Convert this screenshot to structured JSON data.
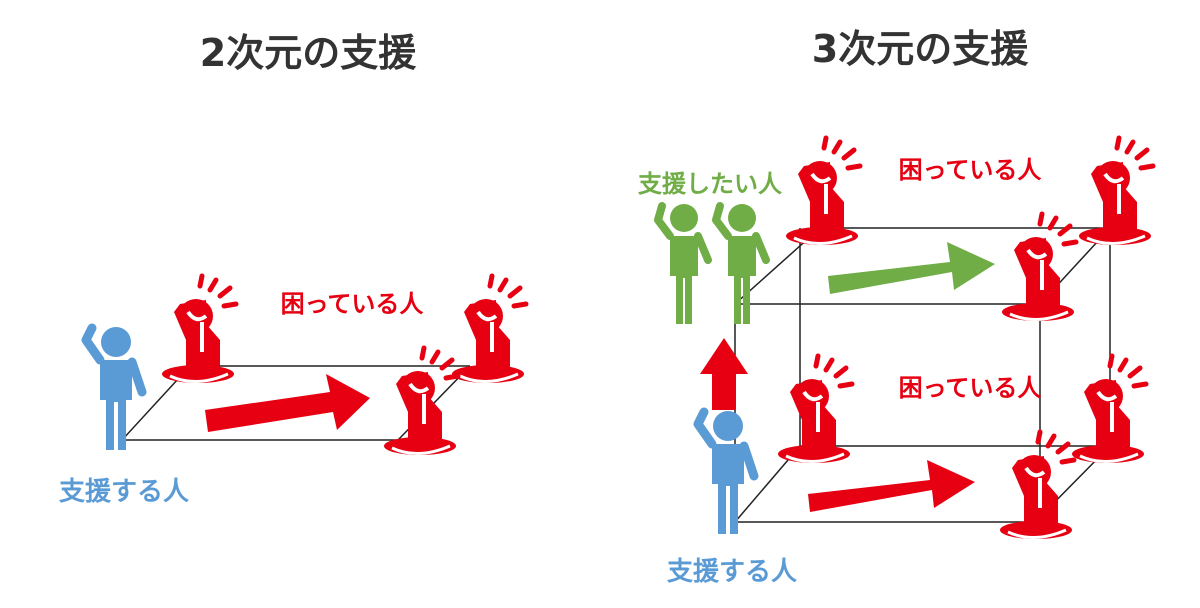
{
  "left_panel": {
    "title": "2次元の支援",
    "helper_label": "支援する人",
    "troubled_label": "困っている人"
  },
  "right_panel": {
    "title": "3次元の支援",
    "supporter_label": "支援したい人",
    "helper_label": "支援する人",
    "troubled_label_top": "困っている人",
    "troubled_label_bottom": "困っている人"
  },
  "colors": {
    "title": "#333333",
    "troubled": "#e60012",
    "helper": "#5b9bd5",
    "supporter": "#70ad47",
    "line": "#222222"
  },
  "icons": {
    "troubled": "distressed-person-icon",
    "helper": "waving-person-icon",
    "supporter": "cheering-people-icon"
  }
}
